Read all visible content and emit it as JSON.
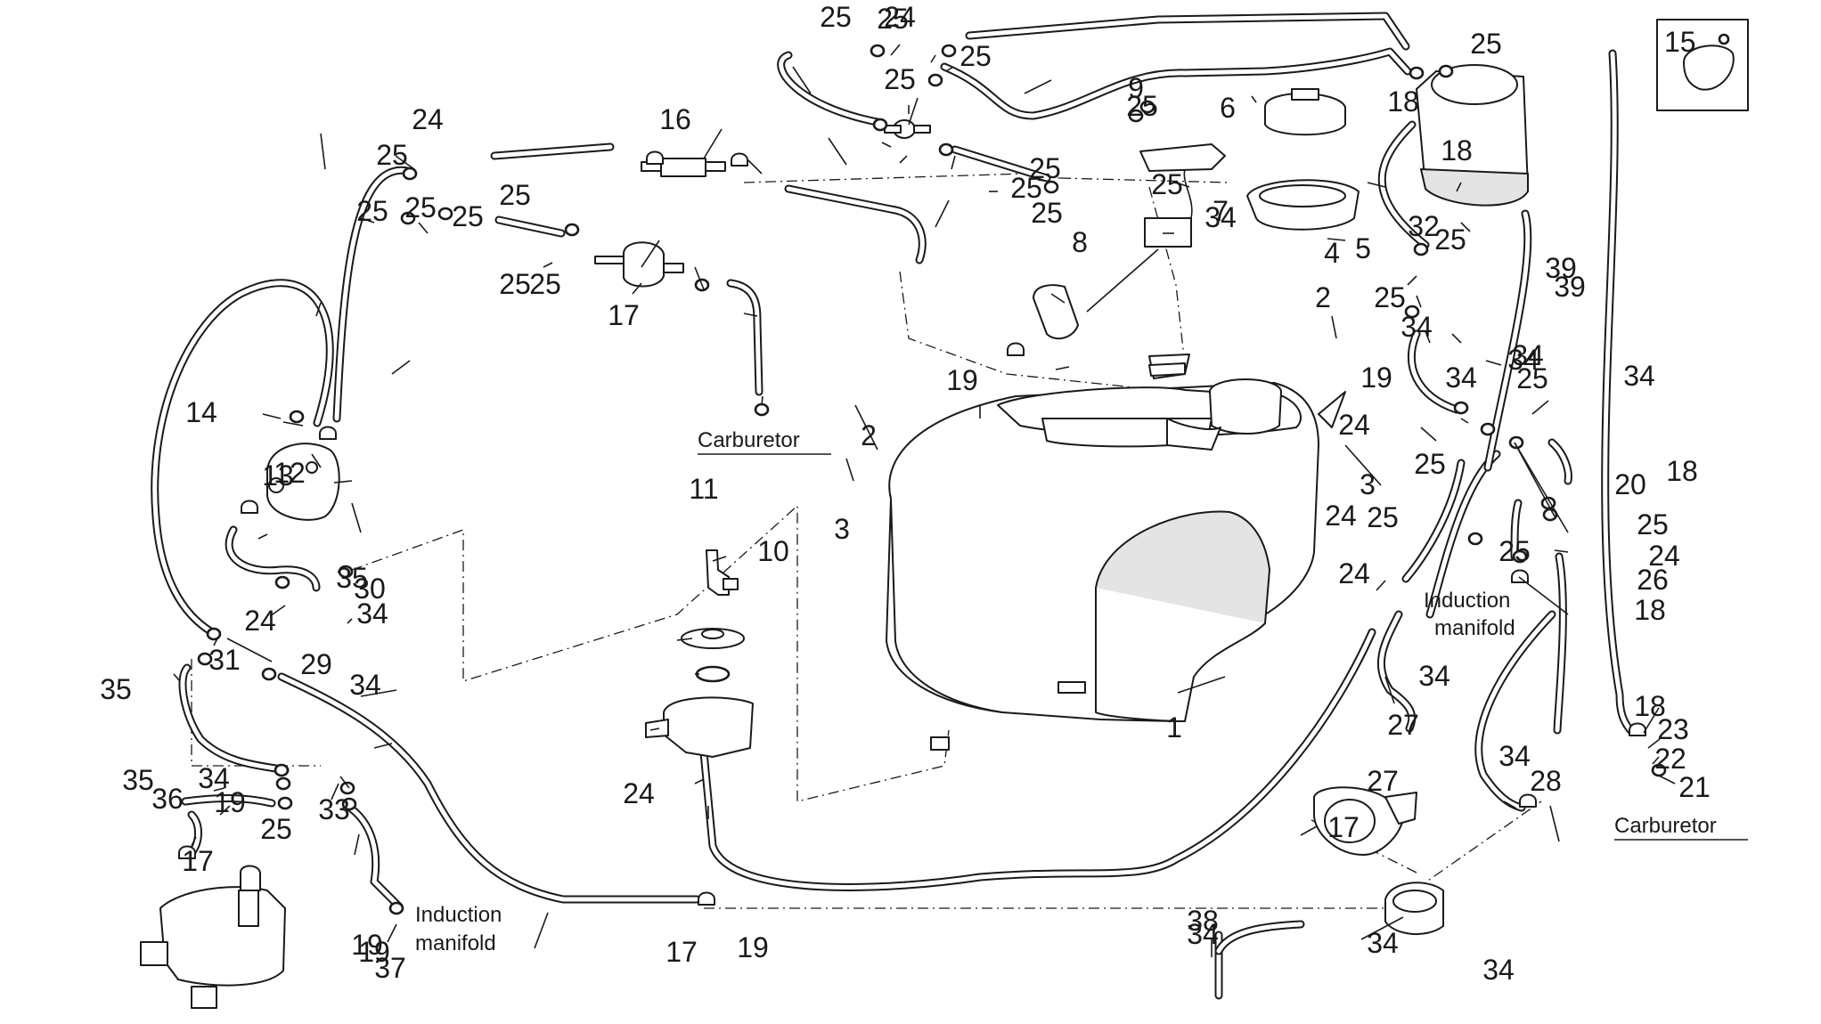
{
  "labels": {
    "carburetor": "Carburetor",
    "induction": "Induction",
    "manifold": "manifold"
  },
  "inset_label": "15",
  "part_numbers": [
    "1",
    "2",
    "2",
    "3",
    "3",
    "4",
    "5",
    "6",
    "7",
    "8",
    "9",
    "10",
    "11",
    "12",
    "13",
    "14",
    "16",
    "17",
    "17",
    "17",
    "17",
    "18",
    "18",
    "18",
    "18",
    "18",
    "19",
    "19",
    "19",
    "19",
    "19",
    "19",
    "20",
    "21",
    "22",
    "23",
    "24",
    "24",
    "24",
    "24",
    "24",
    "24",
    "24",
    "24",
    "25",
    "25",
    "25",
    "25",
    "25",
    "25",
    "25",
    "25",
    "25",
    "25",
    "25",
    "25",
    "25",
    "25",
    "25",
    "25",
    "25",
    "25",
    "25",
    "25",
    "25",
    "25",
    "25",
    "25",
    "25",
    "26",
    "27",
    "27",
    "28",
    "29",
    "30",
    "31",
    "32",
    "33",
    "34",
    "34",
    "34",
    "34",
    "34",
    "34",
    "34",
    "34",
    "34",
    "34",
    "34",
    "34",
    "34",
    "34",
    "35",
    "35",
    "35",
    "36",
    "37",
    "38",
    "39",
    "39"
  ]
}
